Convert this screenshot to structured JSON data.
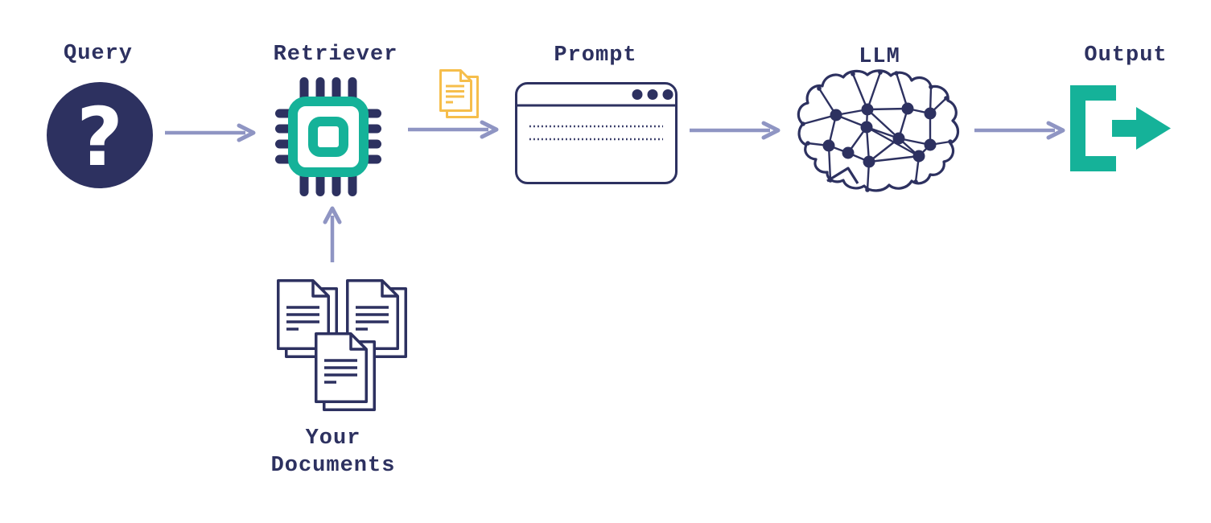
{
  "diagram": {
    "type": "flowchart",
    "nodes": {
      "query": {
        "label": "Query",
        "icon": "question-mark-circle-icon"
      },
      "retriever": {
        "label": "Retriever",
        "icon": "chip-icon"
      },
      "prompt": {
        "label": "Prompt",
        "icon": "browser-window-icon"
      },
      "llm": {
        "label": "LLM",
        "icon": "brain-network-icon"
      },
      "output": {
        "label": "Output",
        "icon": "exit-arrow-icon"
      },
      "documents": {
        "label": "Your Documents",
        "icon": "document-stack-icon"
      }
    },
    "glyphs": {
      "query": "?"
    },
    "edges": [
      {
        "from": "query",
        "to": "retriever",
        "direction": "right"
      },
      {
        "from": "retriever",
        "to": "prompt",
        "direction": "right",
        "badge_icon": "document-pages-icon"
      },
      {
        "from": "prompt",
        "to": "llm",
        "direction": "right"
      },
      {
        "from": "llm",
        "to": "output",
        "direction": "right"
      },
      {
        "from": "documents",
        "to": "retriever",
        "direction": "up"
      }
    ],
    "colors": {
      "ink_navy": "#2d3160",
      "accent_teal": "#15b299",
      "arrow_lavender": "#8f95c3",
      "doc_yellow": "#f6be4b",
      "background": "#ffffff"
    }
  }
}
